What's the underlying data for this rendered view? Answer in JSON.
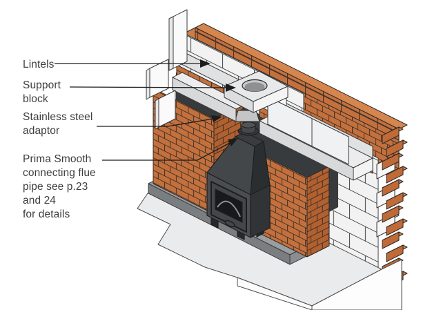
{
  "labels": {
    "lintels": "Lintels",
    "support_block": "Support\nblock",
    "adaptor": "Stainless steel\nadaptor",
    "flue_pipe": "Prima Smooth\nconnecting flue\npipe see p.23\nand 24\nfor details"
  },
  "colors": {
    "brick": "#c4703d",
    "brick_dark": "#b2602f",
    "brick_top": "#d5864f",
    "block_white": "#f2f2f3",
    "lintel_grey": "#d8d9db",
    "stove_body": "#4a4e50",
    "hearth_grey": "#9b9ea0",
    "floor_grey": "#eaebec"
  }
}
